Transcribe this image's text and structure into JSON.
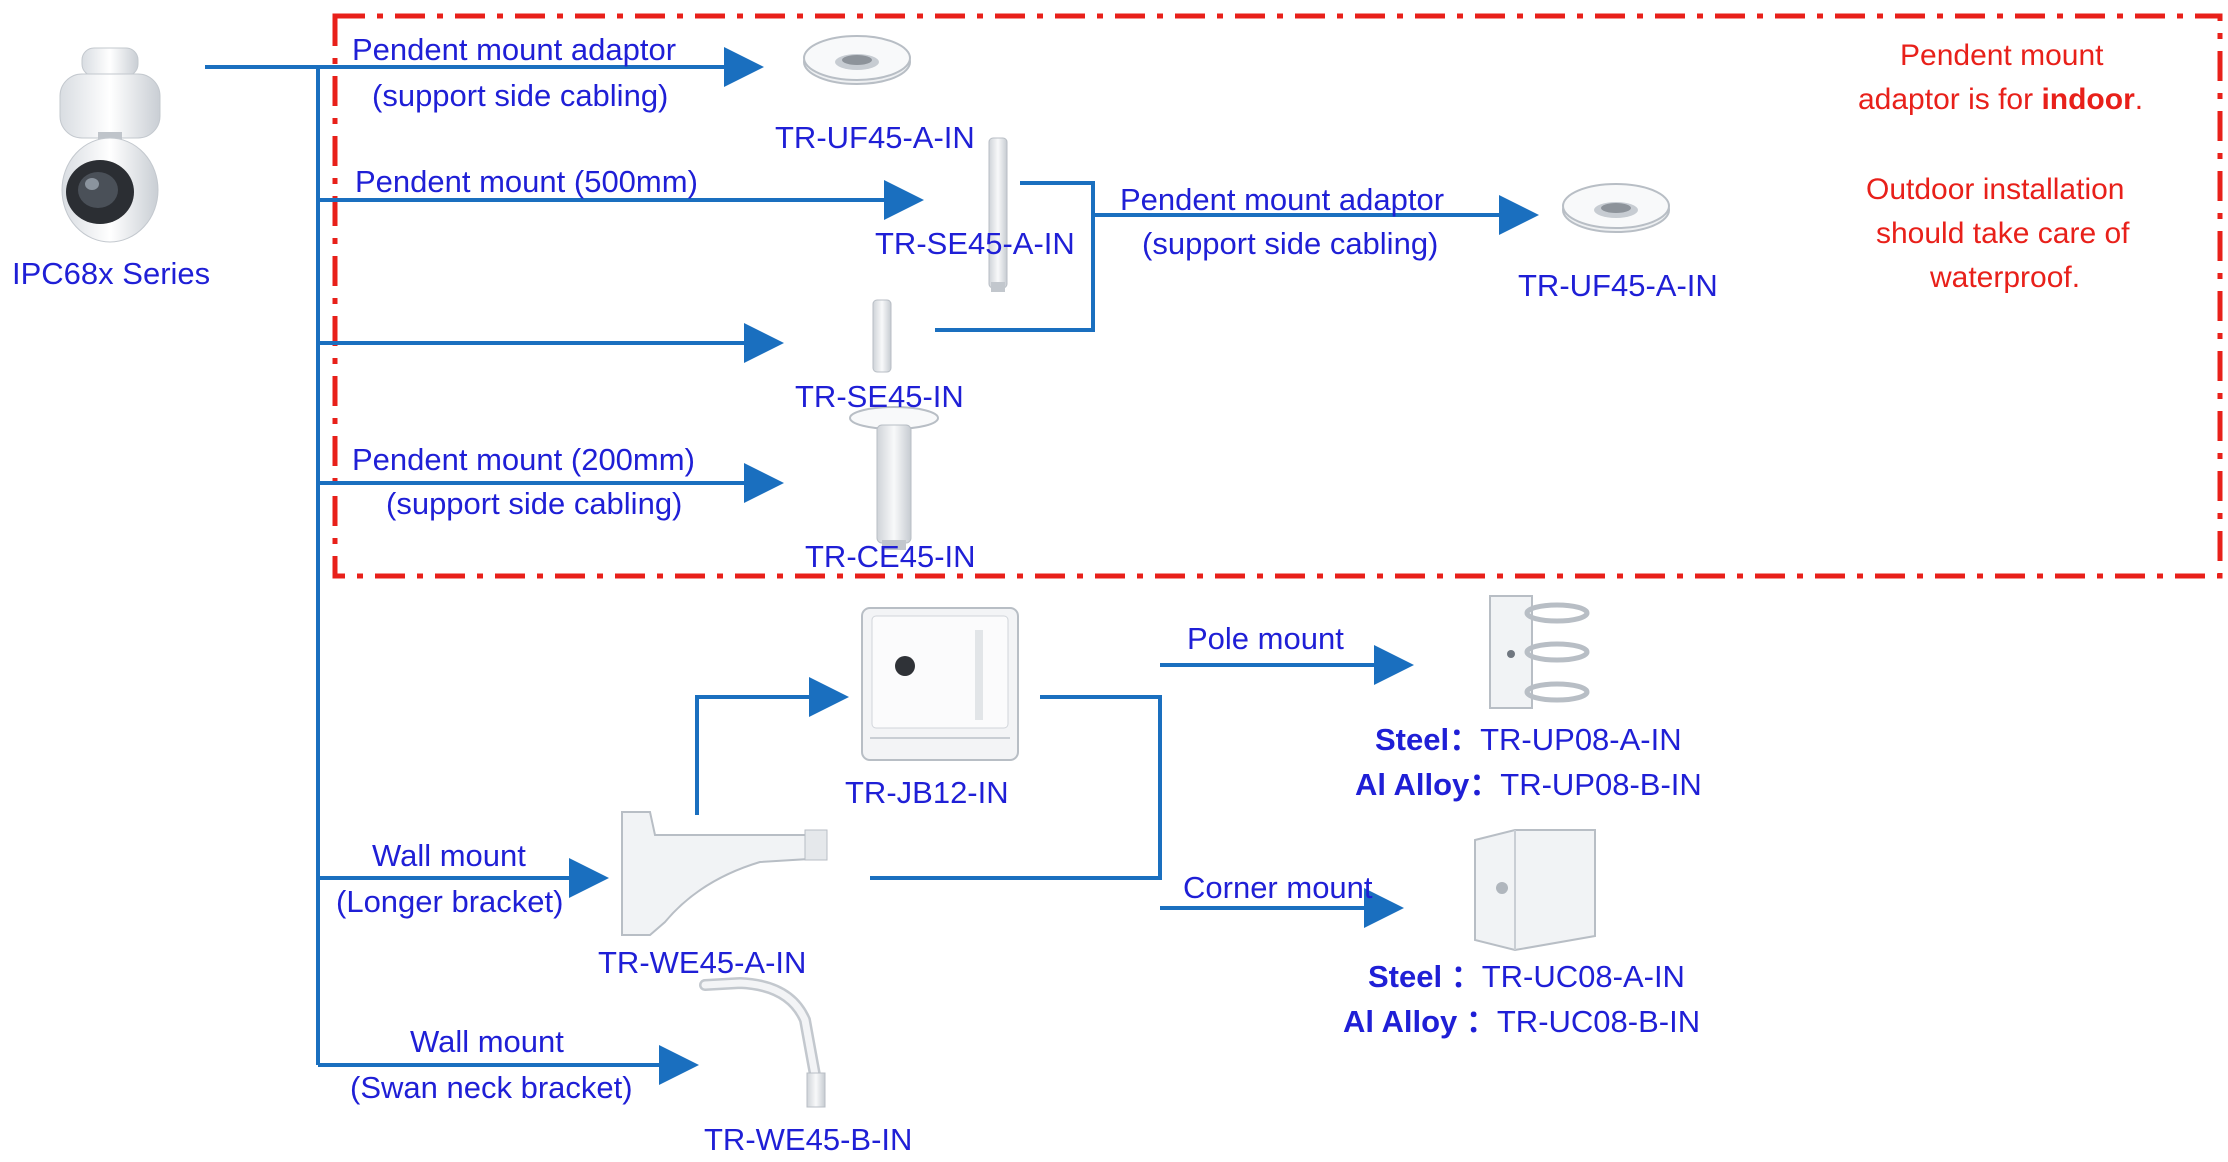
{
  "camera": {
    "label": "IPC68x Series"
  },
  "branches": {
    "pendent_adaptor": {
      "line1": "Pendent  mount adaptor",
      "line2": "(support side cabling)",
      "model": "TR-UF45-A-IN"
    },
    "pendent_500": {
      "line1": "Pendent  mount (500mm)",
      "model": "TR-SE45-A-IN"
    },
    "pendent_plain": {
      "model": "TR-SE45-IN"
    },
    "pendent_200": {
      "line1": "Pendent  mount (200mm)",
      "line2": "(support side cabling)",
      "model": "TR-CE45-IN"
    },
    "secondary_adaptor": {
      "line1": "Pendent  mount adaptor",
      "line2": "(support side cabling)",
      "model": "TR-UF45-A-IN"
    },
    "junction_box": {
      "model": "TR-JB12-IN"
    },
    "wall_long": {
      "line1": "Wall mount",
      "line2": "(Longer bracket)",
      "model": "TR-WE45-A-IN"
    },
    "wall_swan": {
      "line1": "Wall mount",
      "line2": "(Swan neck bracket)",
      "model": "TR-WE45-B-IN"
    },
    "pole": {
      "label": "Pole mount",
      "steel_label": "Steel：",
      "steel_model": "TR-UP08-A-IN",
      "alloy_label": "Al Alloy：",
      "alloy_model": "TR-UP08-B-IN"
    },
    "corner": {
      "label": "Corner mount",
      "steel_label": "Steel  ：",
      "steel_model": "TR-UC08-A-IN",
      "alloy_label": "Al Alloy  ：",
      "alloy_model": "TR-UC08-B-IN"
    }
  },
  "note": {
    "line1": "Pendent  mount",
    "line2_pre": "adaptor is for ",
    "line2_bold": "indoor",
    "line2_post": ".",
    "line3": "Outdoor installation",
    "line4": "should take care of",
    "line5": "waterproof."
  },
  "colors": {
    "line": "#1a6fbf",
    "text": "#1f1fd6",
    "dash": "#e8201a",
    "note": "#e8201a"
  }
}
